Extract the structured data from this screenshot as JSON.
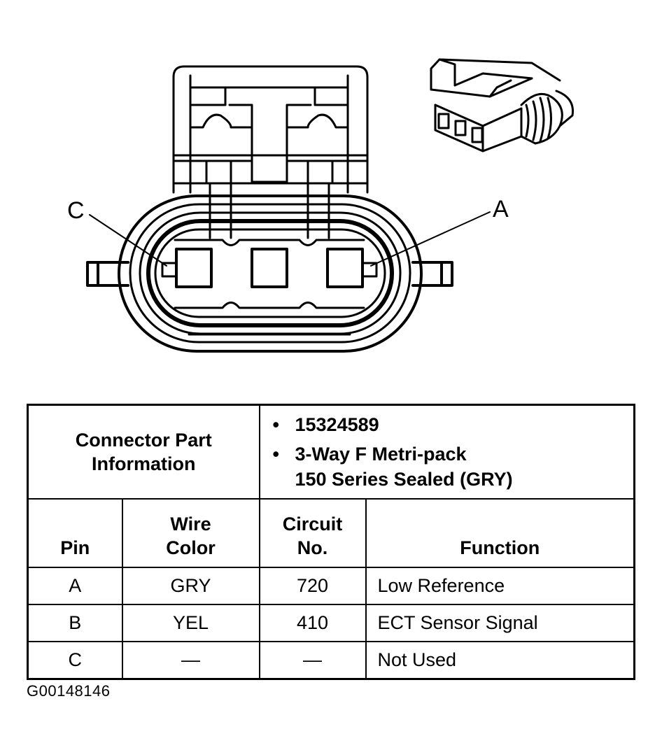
{
  "diagram": {
    "pin_labels": {
      "left": "C",
      "right": "A"
    }
  },
  "table": {
    "part_info_label": "Connector Part Information",
    "part_info_items": [
      "15324589",
      "3-Way F Metri-pack 150 Series Sealed (GRY)"
    ],
    "part_info_item2_line1": "3-Way F Metri-pack",
    "part_info_item2_line2": "150 Series Sealed (GRY)",
    "headers": {
      "pin": "Pin",
      "wire_color_l1": "Wire",
      "wire_color_l2": "Color",
      "circuit_l1": "Circuit",
      "circuit_l2": "No.",
      "function": "Function"
    },
    "rows": [
      {
        "pin": "A",
        "wire_color": "GRY",
        "circuit": "720",
        "function": "Low Reference"
      },
      {
        "pin": "B",
        "wire_color": "YEL",
        "circuit": "410",
        "function": "ECT Sensor Signal"
      },
      {
        "pin": "C",
        "wire_color": "—",
        "circuit": "—",
        "function": "Not Used"
      }
    ]
  },
  "figure_id": "G00148146"
}
